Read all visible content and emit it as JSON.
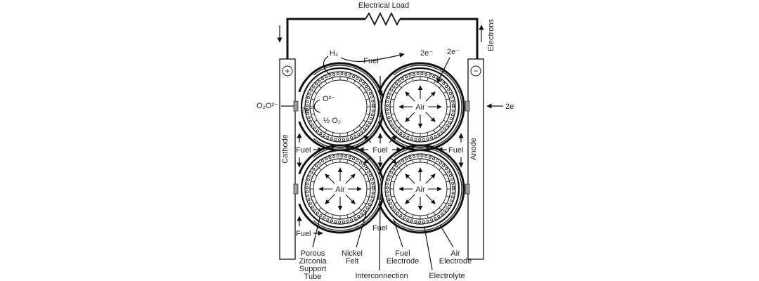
{
  "labels": {
    "load": "Electrical Load",
    "electrons": "Electrons",
    "plus": "+",
    "minus": "−",
    "h2": "H₂",
    "fuel_top": "Fuel",
    "e_top1": "2e⁻",
    "e_top2": "2e⁻",
    "o_ion_left": "O₂O²⁻",
    "o_ion_inner": "O²⁻",
    "e_inner": "2e⁻",
    "half_o2": "½ O₂",
    "air": "Air",
    "e_right": "2e",
    "cathode": "Cathode",
    "anode": "Anode",
    "fuel_left_mid": "Fuel",
    "fuel_center": "Fuel",
    "fuel_right_mid": "Fuel",
    "fuel_bottom_left": "Fuel",
    "fuel_bottom_center": "Fuel",
    "porous": [
      "Porous",
      "Zirconia",
      "Support",
      "Tube"
    ],
    "nickel": [
      "Nickel",
      "Felt"
    ],
    "fuel_electrode": [
      "Fuel",
      "Electrode"
    ],
    "air_electrode": [
      "Air",
      "Electrode"
    ],
    "interconnection": "Interconnection",
    "electrolyte": "Electrolyte"
  }
}
